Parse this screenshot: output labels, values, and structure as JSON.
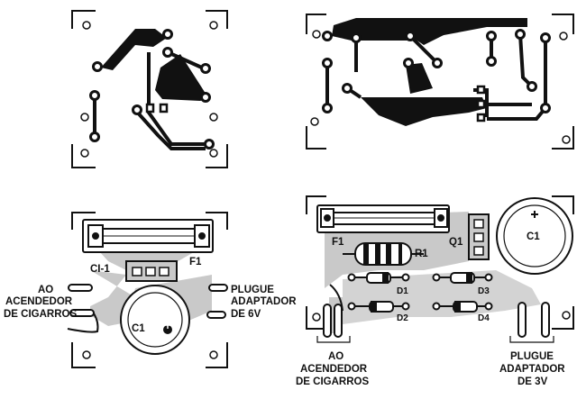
{
  "board_left_components": {
    "fuse": "F1",
    "ic": "CI-1",
    "capacitor": "C1",
    "left_label": [
      "AO",
      "ACENDEDOR",
      "DE CIGARROS"
    ],
    "right_label": [
      "PLUGUE",
      "ADAPTADOR",
      "DE 6V"
    ]
  },
  "board_right_components": {
    "fuse": "F1",
    "resistor": "R1",
    "transistor": "Q1",
    "capacitor": "C1",
    "diodes": [
      "D1",
      "D2",
      "D3",
      "D4"
    ],
    "bottom_left_label": [
      "AO",
      "ACENDEDOR",
      "DE CIGARROS"
    ],
    "bottom_right_label": [
      "PLUGUE",
      "ADAPTADOR",
      "DE 3V"
    ]
  }
}
